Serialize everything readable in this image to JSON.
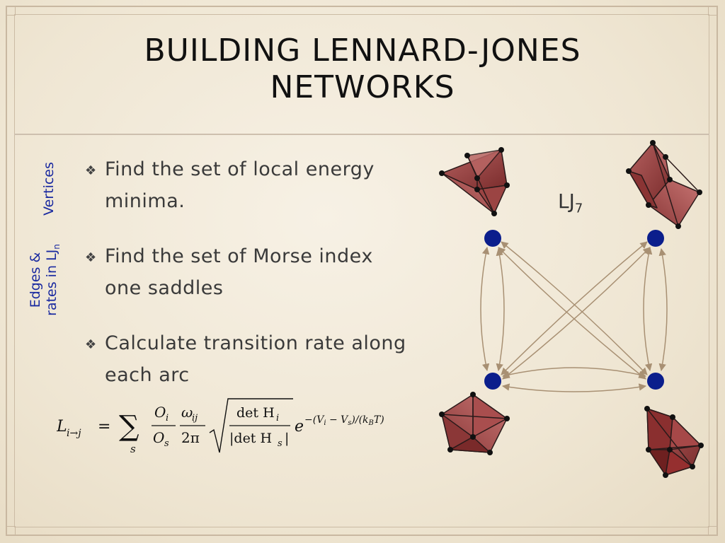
{
  "title_line1": "BUILDING LENNARD-JONES",
  "title_line2": "NETWORKS",
  "side_labels": {
    "vertices": "Vertices",
    "edges_line1": "Edges &",
    "edges_line2_main": "rates in LJ",
    "edges_line2_sub": "n"
  },
  "bullets": [
    {
      "line1": "Find the set of local energy",
      "line2": "minima."
    },
    {
      "line1": "Find the set of Morse index",
      "line2": "one saddles"
    },
    {
      "line1": "Calculate transition rate along",
      "line2": "each arc"
    }
  ],
  "bullet_mark": "❖",
  "lj_label": {
    "main": "LJ",
    "sub": "7"
  },
  "formula": {
    "lhs": "L",
    "lhs_sub": "i→j",
    "equals": "=",
    "sum": "∑",
    "sum_sub": "s",
    "frac1_num": "O",
    "frac1_num_sub": "i",
    "frac1_den": "O",
    "frac1_den_sub": "s",
    "frac2_num": "ω",
    "frac2_num_sub": "ij",
    "frac2_den": "2π",
    "frac3_num": "det H",
    "frac3_num_sub": "i",
    "frac3_den": "|det H",
    "frac3_den_sub": "s",
    "frac3_den_end": "|",
    "exp_e": "e",
    "exponent": "−(V",
    "exponent_sub1": "i",
    "exponent_mid": " − V",
    "exponent_sub2": "s",
    "exponent_end": ")/(k",
    "exponent_sub3": "B",
    "exponent_tail": "T)"
  },
  "colors": {
    "title": "#111111",
    "side_label": "#1a2aa0",
    "node": "#0b1e8c",
    "arrow": "#a89073",
    "cluster_fill": "#8e3a3a",
    "cluster_edge": "#2a1a1a"
  }
}
